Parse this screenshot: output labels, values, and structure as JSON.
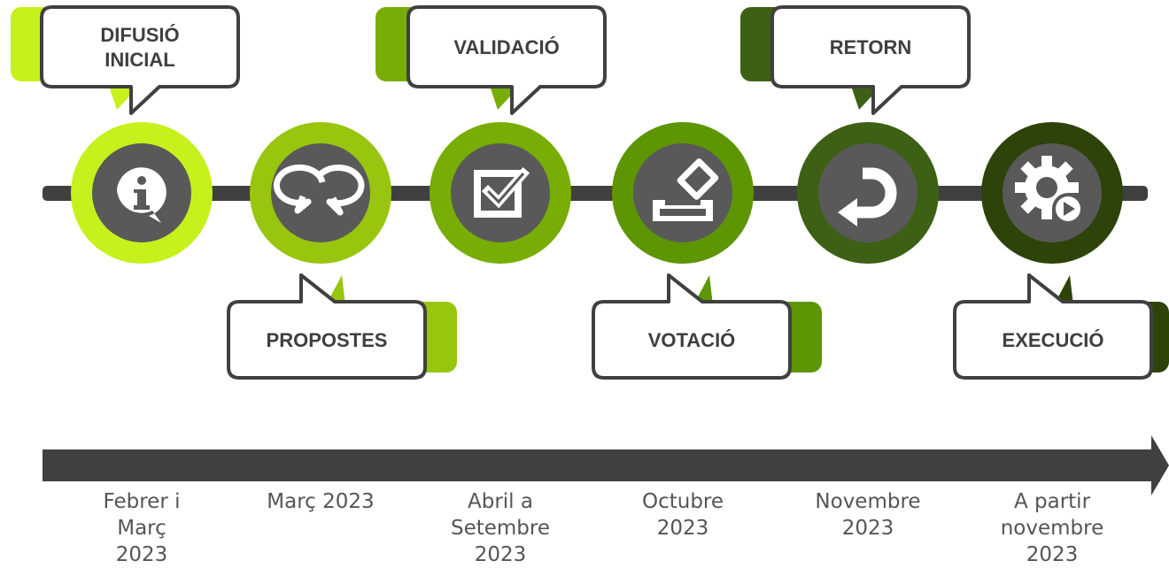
{
  "colors": {
    "track": "#404040",
    "icon_disc": "#595959",
    "icon_glyph": "#ffffff",
    "bubble_fill": "#ffffff",
    "bubble_border": "#404040",
    "bubble_text": "#3f3f3f",
    "date_text": "#555555"
  },
  "stages": [
    {
      "label": "DIFUSIÓ\nINICIAL",
      "date": "Febrer i\nMarç\n2023",
      "icon": "info-icon",
      "ring_color": "#c6f11c",
      "accent_color": "#c6f11c",
      "bubble_side": "top"
    },
    {
      "label": "PROPOSTES",
      "date": "Març 2023",
      "icon": "chat-bubbles-icon",
      "ring_color": "#98c50e",
      "accent_color": "#98c50e",
      "bubble_side": "bottom"
    },
    {
      "label": "VALIDACIÓ",
      "date": "Abril a\nSetembre\n2023",
      "icon": "checkbox-icon",
      "ring_color": "#78ad05",
      "accent_color": "#78ad05",
      "bubble_side": "top"
    },
    {
      "label": "VOTACIÓ",
      "date": "Octubre\n2023",
      "icon": "ballot-box-icon",
      "ring_color": "#5d9503",
      "accent_color": "#5d9503",
      "bubble_side": "bottom"
    },
    {
      "label": "RETORN",
      "date": "Novembre\n2023",
      "icon": "return-arrow-icon",
      "ring_color": "#3d6015",
      "accent_color": "#3d6015",
      "bubble_side": "top"
    },
    {
      "label": "EXECUCIÓ",
      "date": "A partir\nnovembre\n2023",
      "icon": "gear-play-icon",
      "ring_color": "#2e4309",
      "accent_color": "#2e4309",
      "bubble_side": "bottom"
    }
  ]
}
